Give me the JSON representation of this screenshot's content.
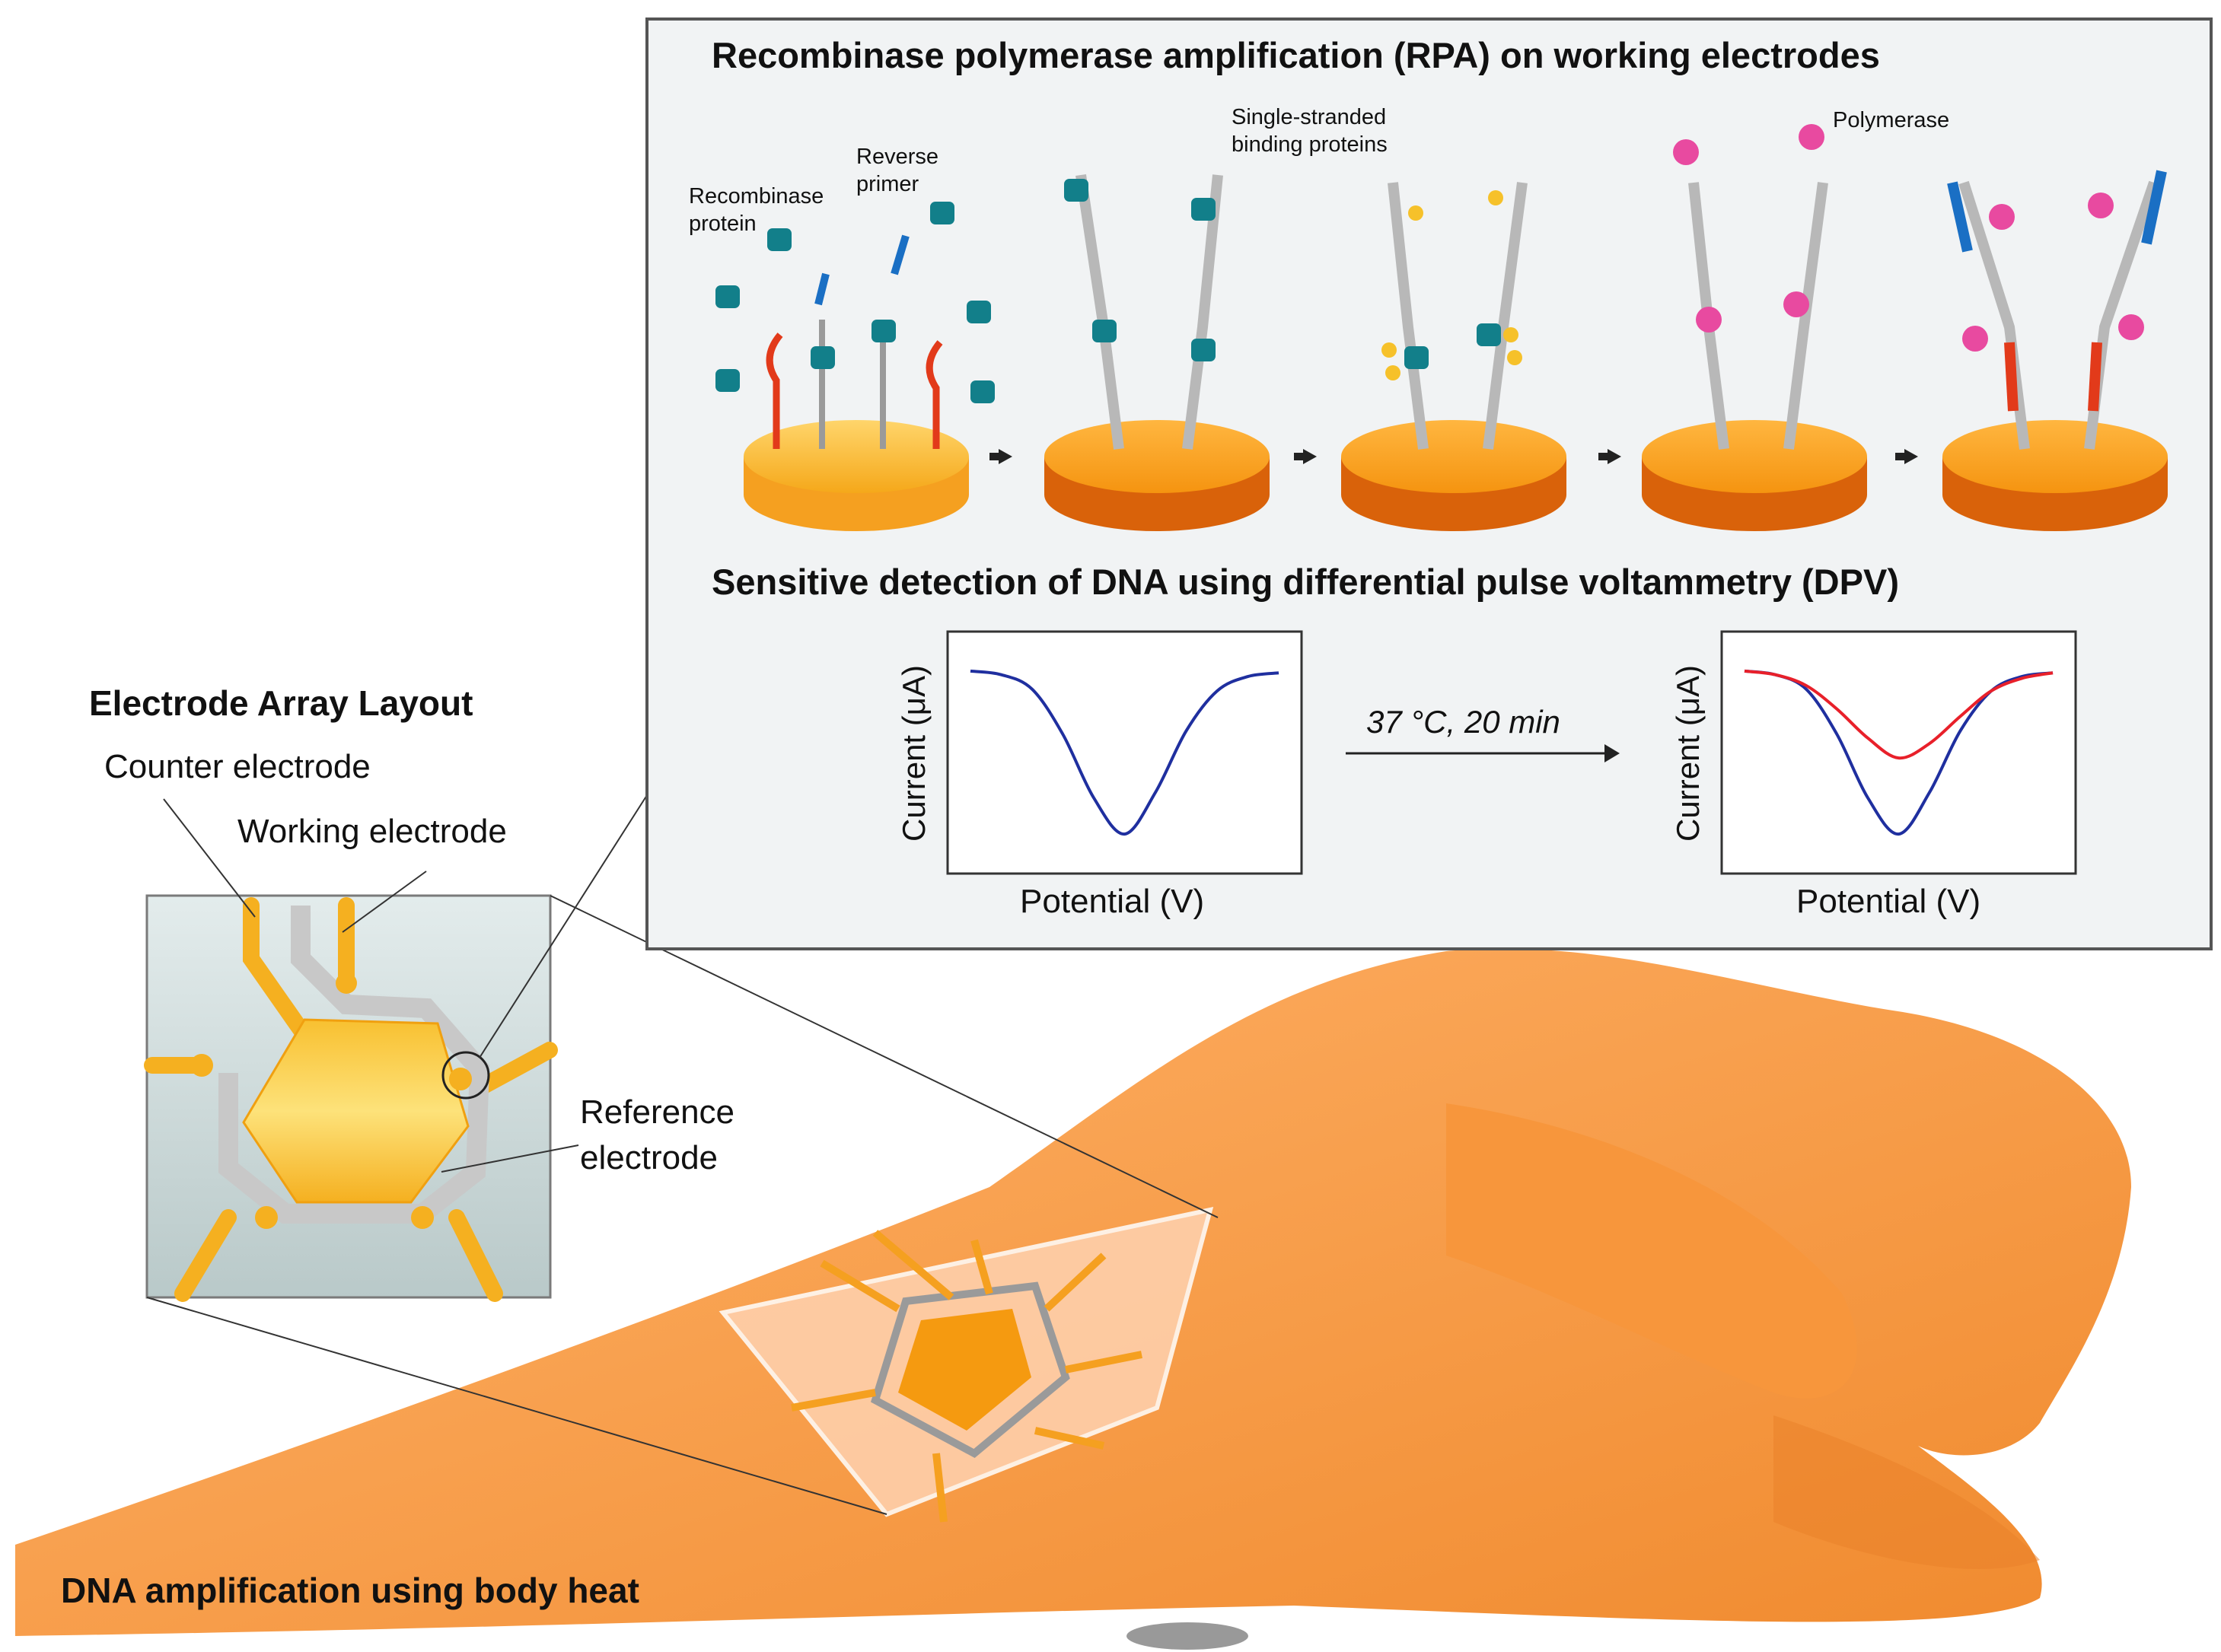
{
  "rpa_panel": {
    "title": "Recombinase polymerase amplification (RPA) on working electrodes",
    "labels": {
      "recombinase": "Recombinase protein",
      "reverse_primer": "Reverse primer",
      "ssb": "Single-stranded binding proteins",
      "polymerase": "Polymerase"
    }
  },
  "dpv_panel": {
    "title": "Sensitive detection of DNA using differential pulse voltammetry (DPV)",
    "condition": "37 °C, 20 min"
  },
  "array_layout": {
    "title": "Electrode Array Layout",
    "counter": "Counter electrode",
    "working": "Working electrode",
    "reference": "Reference electrode"
  },
  "footer": {
    "caption": "DNA amplification using body heat"
  },
  "chart_data": [
    {
      "type": "line",
      "xlabel": "Potential (V)",
      "ylabel": "Current (μA)",
      "x": [
        0,
        0.1,
        0.2,
        0.3,
        0.4,
        0.5,
        0.6,
        0.7,
        0.8,
        0.9,
        1.0
      ],
      "series": [
        {
          "color": "#1f2f9f",
          "values": [
            0.95,
            0.93,
            0.85,
            0.6,
            0.25,
            0.05,
            0.28,
            0.62,
            0.84,
            0.92,
            0.94
          ]
        }
      ]
    },
    {
      "type": "line",
      "xlabel": "Potential (V)",
      "ylabel": "Current (μA)",
      "x": [
        0,
        0.1,
        0.2,
        0.3,
        0.4,
        0.5,
        0.6,
        0.7,
        0.8,
        0.9,
        1.0
      ],
      "series": [
        {
          "color": "#1f2f9f",
          "values": [
            0.95,
            0.93,
            0.85,
            0.6,
            0.25,
            0.05,
            0.28,
            0.62,
            0.84,
            0.92,
            0.94
          ]
        },
        {
          "color": "#e8202a",
          "values": [
            0.95,
            0.93,
            0.87,
            0.74,
            0.58,
            0.47,
            0.55,
            0.7,
            0.84,
            0.91,
            0.94
          ]
        }
      ]
    }
  ]
}
